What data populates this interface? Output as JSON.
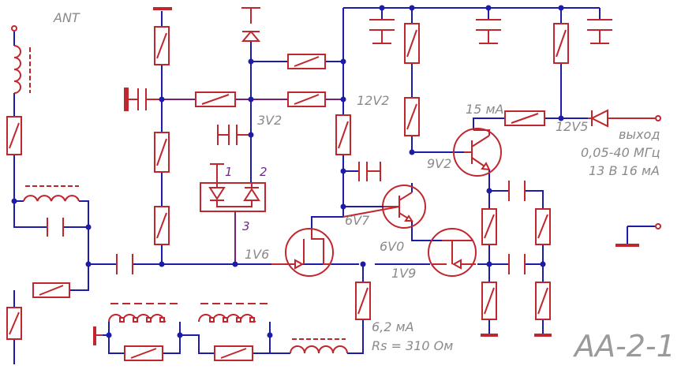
{
  "labels": {
    "ant": "ANT",
    "v3v2": "3V2",
    "v12v2": "12V2",
    "i15": "15 мА",
    "v12v5": "12V5",
    "v9v2": "9V2",
    "v6v7": "6V7",
    "v6v0": "6V0",
    "v1v6": "1V6",
    "v1v9": "1V9",
    "i62": "6,2 мА",
    "rs": "Rs = 310 Ом",
    "pin1": "1",
    "pin2": "2",
    "pin3": "3"
  },
  "output": {
    "line1": "выход",
    "line2": "0,05-40 МГц",
    "line3": "13 В 16 мА"
  },
  "model": "AA-2-1",
  "colors": {
    "wire": "#1c1ca8",
    "component": "#c0262e",
    "bias_wire": "#7a1f6e",
    "label": "#8a8a8a"
  }
}
